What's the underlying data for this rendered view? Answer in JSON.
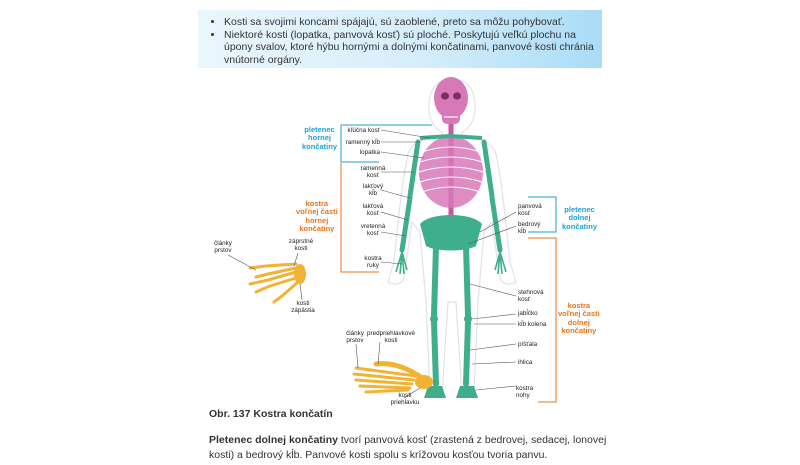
{
  "bullets": [
    "Kosti sa svojimi koncami spájajú, sú zaoblené, preto sa môžu pohybovať.",
    "Niektoré kosti (lopatka, panvová kosť) sú ploché. Poskytujú veľkú plochu na úpony svalov, ktoré hýbu hornými a dolnými končatinami, panvové kosti chránia vnútorné orgány."
  ],
  "figure": {
    "groups": {
      "upper_girdle": "pletenec\nhornej\nkončatiny",
      "free_upper": "kostra\nvoľnej časti\nhornej\nkončatiny",
      "lower_girdle": "pletenec\ndolnej\nkončatiny",
      "free_lower": "kostra\nvoľnej časti\ndolnej\nkončatiny"
    },
    "labels": {
      "klucna_kost": "kľúčna kosť",
      "ramenny_klb": "ramenný kĺb",
      "lopatka": "lopatka",
      "ramenna_kost": "ramenná\nkosť",
      "laktovy_klb": "lakťový\nkĺb",
      "laktova_kost": "lakťová\nkosť",
      "vretenna_kost": "vretenná\nkosť",
      "kostra_ruky": "kostra\nruky",
      "panvova_kost": "panvová\nkosť",
      "bedrovy_klb": "bedrový\nkĺb",
      "stehnova_kost": "stehnová\nkosť",
      "jablcko": "jabĺčko",
      "klb_kolena": "kĺb kolena",
      "pistala": "píšťala",
      "ihlica": "ihlica",
      "kostra_nohy": "kostra\nnohy",
      "hand_clanky": "články\nprstov",
      "hand_zaprstne": "záprstné\nkosti",
      "hand_zapastia": "kosti\nzápästia",
      "foot_clanky": "články\nprstov",
      "foot_predpriehlavkove": "predpriehlavkové\nkosti",
      "foot_priehlavku": "kosti\npriehlavku"
    },
    "colors": {
      "blue": "#1aa3d9",
      "orange": "#e8741e",
      "bone_green": "#3fae8c",
      "skull_pink": "#d779b8",
      "hand_bone": "#f2b233"
    }
  },
  "caption": "Obr. 137 Kostra končatín",
  "paragraph": {
    "bold": "Pletenec dolnej končatiny",
    "rest": " tvorí panvová kosť (zrastená z bedrovej, sedacej, lonovej kosti) a bedrový kĺb. Panvové kosti spolu s krížovou kosťou tvoria panvu."
  }
}
